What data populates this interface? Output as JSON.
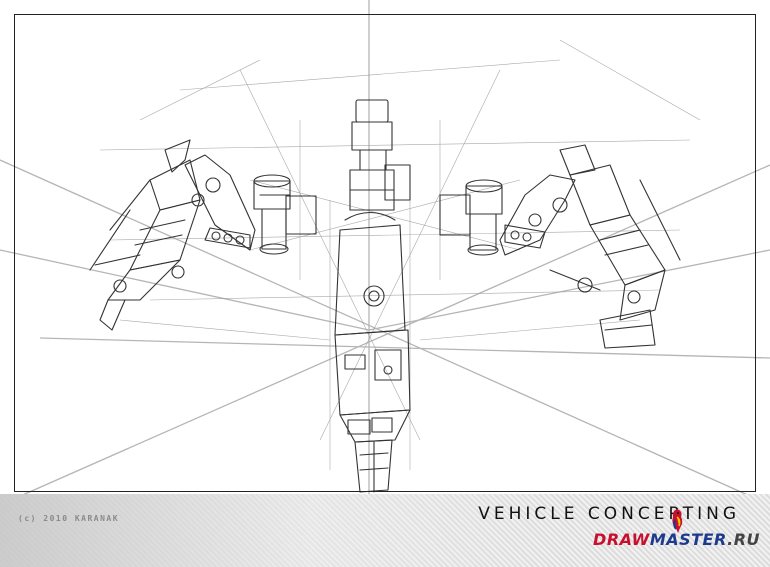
{
  "footer": {
    "copyright": "(c) 2010 KARANAK",
    "title": "VEHICLE CONCEPTING",
    "brand_part1": "DRAW",
    "brand_part2": "MASTER",
    "brand_part3": ".RU"
  },
  "colors": {
    "brand_red": "#c8102e",
    "brand_blue": "#1d3a8f",
    "sketch_line": "#3a3a3a",
    "guide_line": "#b5b5b5"
  },
  "icons": [
    "parrot-mascot-icon"
  ]
}
